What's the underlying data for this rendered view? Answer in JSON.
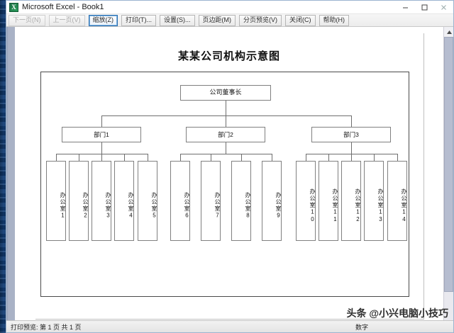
{
  "window": {
    "title": "Microsoft Excel - Book1",
    "app_icon": "excel-icon",
    "controls": {
      "minimize": "minimize-icon",
      "maximize": "maximize-icon",
      "close": "close-icon"
    }
  },
  "toolbar": {
    "buttons": [
      {
        "label": "下一页(N)",
        "state": "disabled"
      },
      {
        "label": "上一页(V)",
        "state": "disabled"
      },
      {
        "label": "缩放(Z)",
        "state": "active"
      },
      {
        "label": "打印(T)...",
        "state": "normal"
      },
      {
        "label": "设置(S)...",
        "state": "normal"
      },
      {
        "label": "页边距(M)",
        "state": "normal"
      },
      {
        "label": "分页预览(V)",
        "state": "normal"
      },
      {
        "label": "关闭(C)",
        "state": "normal"
      },
      {
        "label": "帮助(H)",
        "state": "normal"
      }
    ]
  },
  "page": {
    "title": "某某公司机构示意图"
  },
  "org_chart": {
    "root": {
      "label": "公司董事长"
    },
    "departments": [
      {
        "label": "部门1"
      },
      {
        "label": "部门2"
      },
      {
        "label": "部门3"
      }
    ],
    "offices": [
      {
        "label": "办公室1"
      },
      {
        "label": "办公室2"
      },
      {
        "label": "办公室3"
      },
      {
        "label": "办公室4"
      },
      {
        "label": "办公室5"
      },
      {
        "label": "办公室6"
      },
      {
        "label": "办公室7"
      },
      {
        "label": "办公室8"
      },
      {
        "label": "办公室9"
      },
      {
        "label": "办公室10"
      },
      {
        "label": "办公室11"
      },
      {
        "label": "办公室12"
      },
      {
        "label": "办公室13"
      },
      {
        "label": "办公室14"
      }
    ]
  },
  "statusbar": {
    "left": "打印预览: 第 1 页  共 1 页",
    "right": "数字"
  },
  "watermark": {
    "text": "头条 @小兴电脑小技巧"
  },
  "scrollbar": {
    "up_arrow": "scroll-up-icon"
  }
}
